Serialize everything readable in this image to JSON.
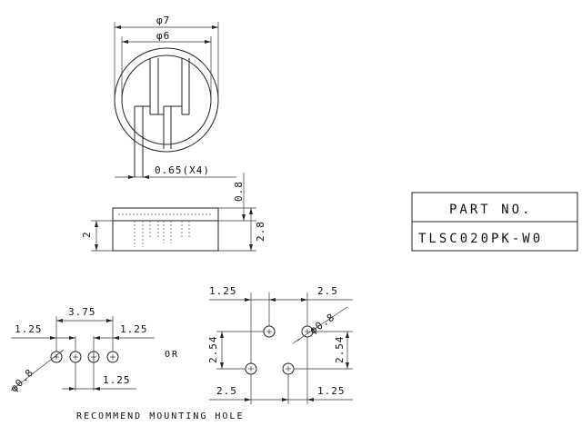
{
  "top_view": {
    "outer_diameter": "φ7",
    "inner_diameter": "φ6",
    "lead_width": "0.65(X4)"
  },
  "side_view": {
    "total_height": "2.8",
    "body_height": "2",
    "top_gap": "0.8"
  },
  "part_box": {
    "header": "PART NO.",
    "part_number": "TLSC020PK-W0"
  },
  "footprint_a": {
    "span": "3.75",
    "left_pitch": "1.25",
    "right_pitch": "1.25",
    "bottom_pitch": "1.25",
    "hole_diameter": "φ0.8"
  },
  "or_label": "OR",
  "footprint_b": {
    "top_left": "1.25",
    "top_right": "2.5",
    "hole_diameter": "φ0.8",
    "left_vertical": "2.54",
    "right_vertical": "2.54",
    "bottom_left": "2.5",
    "bottom_right": "1.25"
  },
  "caption": "RECOMMEND MOUNTING HOLE"
}
